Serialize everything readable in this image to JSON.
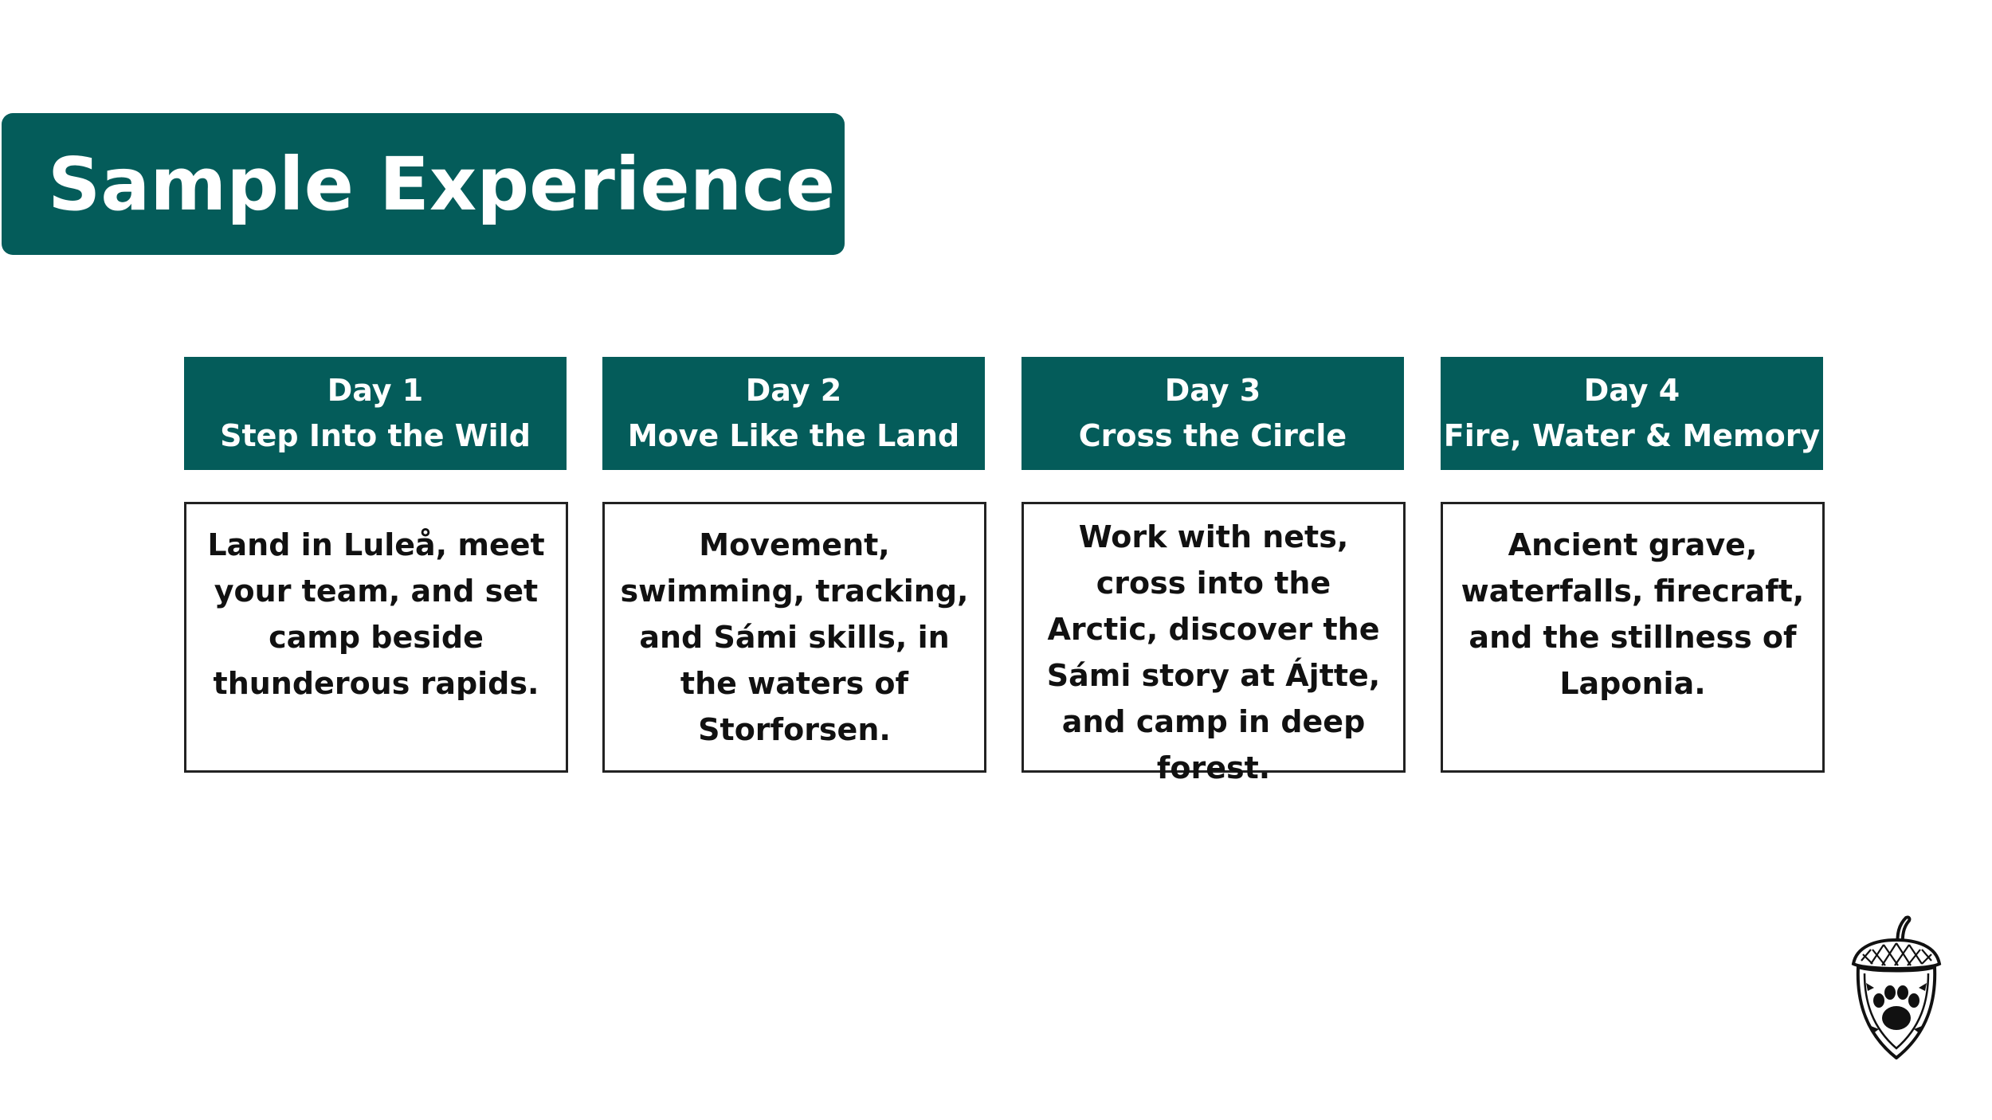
{
  "title": "Sample Experience",
  "days": [
    {
      "day": "Day 1",
      "name": "Step Into the Wild",
      "description": "Land in Luleå, meet your team, and set camp beside thunderous rapids."
    },
    {
      "day": "Day 2",
      "name": "Move Like the Land",
      "description": "Movement, swimming, tracking, and Sámi skills, in the waters of Storforsen."
    },
    {
      "day": "Day 3",
      "name": "Cross the Circle",
      "description": "Work with nets, cross into the Arctic, discover the Sámi story at Ájtte, and camp in deep forest."
    },
    {
      "day": "Day 4",
      "name": "Fire, Water & Memory",
      "description": "Ancient grave, waterfalls, firecraft, and the stillness of Laponia."
    }
  ],
  "colors": {
    "brand_teal": "#045c5a",
    "text_dark": "#111111",
    "background": "#ffffff"
  },
  "logo": {
    "icon": "acorn-paw-icon"
  }
}
